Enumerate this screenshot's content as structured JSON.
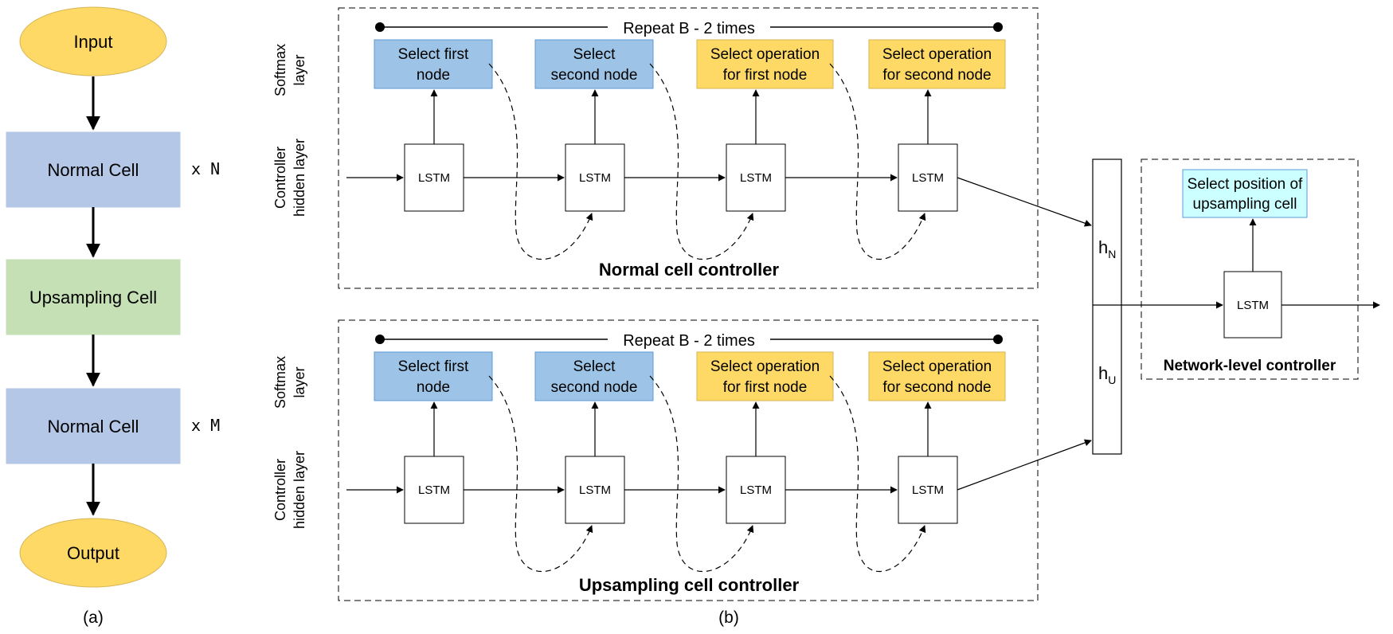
{
  "colors": {
    "ellipse_fill": "#FFD966",
    "normal_cell_fill": "#B4C7E7",
    "upsampling_cell_fill": "#C5E0B4",
    "node_select_fill": "#9DC3E6",
    "op_select_fill": "#FFD966",
    "position_select_fill": "#CCFFFF",
    "line": "#000000"
  },
  "panel_a": {
    "input_label": "Input",
    "normal_cell_top_label": "Normal Cell",
    "upsampling_cell_label": "Upsampling Cell",
    "normal_cell_bottom_label": "Normal Cell",
    "output_label": "Output",
    "repeat_top": "x N",
    "repeat_bottom": "x M",
    "caption": "(a)"
  },
  "panel_b": {
    "caption": "(b)",
    "softmax_label_line1": "Softmax",
    "softmax_label_line2": "layer",
    "hidden_label_line1": "Controller",
    "hidden_label_line2": "hidden layer",
    "repeat_label": "Repeat B - 2 times",
    "select_boxes": [
      {
        "line1": "Select first",
        "line2": "node"
      },
      {
        "line1": "Select",
        "line2": "second node"
      },
      {
        "line1": "Select operation",
        "line2": "for first node"
      },
      {
        "line1": "Select operation",
        "line2": "for second node"
      }
    ],
    "lstm_label": "LSTM",
    "normal_controller_title": "Normal cell controller",
    "upsampling_controller_title": "Upsampling cell controller",
    "concat": {
      "h_n_main": "h",
      "h_n_sub": "N",
      "h_u_main": "h",
      "h_u_sub": "U"
    },
    "network_controller": {
      "select_line1": "Select position of",
      "select_line2": "upsampling cell",
      "lstm_label": "LSTM",
      "title": "Network-level controller"
    }
  }
}
